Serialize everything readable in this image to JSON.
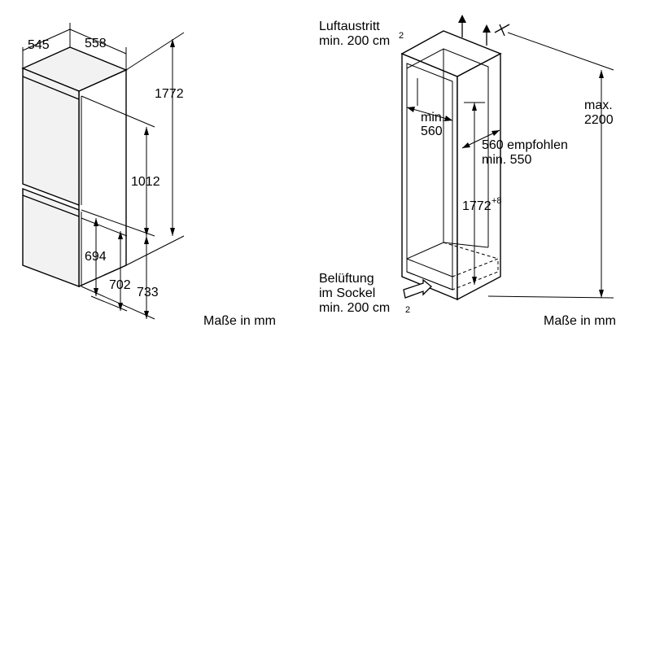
{
  "left_drawing": {
    "width_label": "558",
    "depth_label": "545",
    "height_label": "1772",
    "upper_section_label": "1012",
    "lower_label_a": "694",
    "lower_label_b": "702",
    "lower_label_c": "733",
    "units_caption": "Maße in mm"
  },
  "right_drawing": {
    "air_outlet_line1": "Luftaustritt",
    "air_outlet_line2": "min. 200 cm",
    "air_outlet_sup": "2",
    "min_width_line1": "min.",
    "min_width_line2": "560",
    "recommended_line1": "560 empfohlen",
    "recommended_line2": "min. 550",
    "niche_height": "1772",
    "niche_height_sup": "+8",
    "max_height_line1": "max.",
    "max_height_line2": "2200",
    "vent_line1": "Belüftung",
    "vent_line2": "im Sockel",
    "vent_line3": "min. 200 cm",
    "vent_sub": "2",
    "units_caption": "Maße in mm"
  }
}
